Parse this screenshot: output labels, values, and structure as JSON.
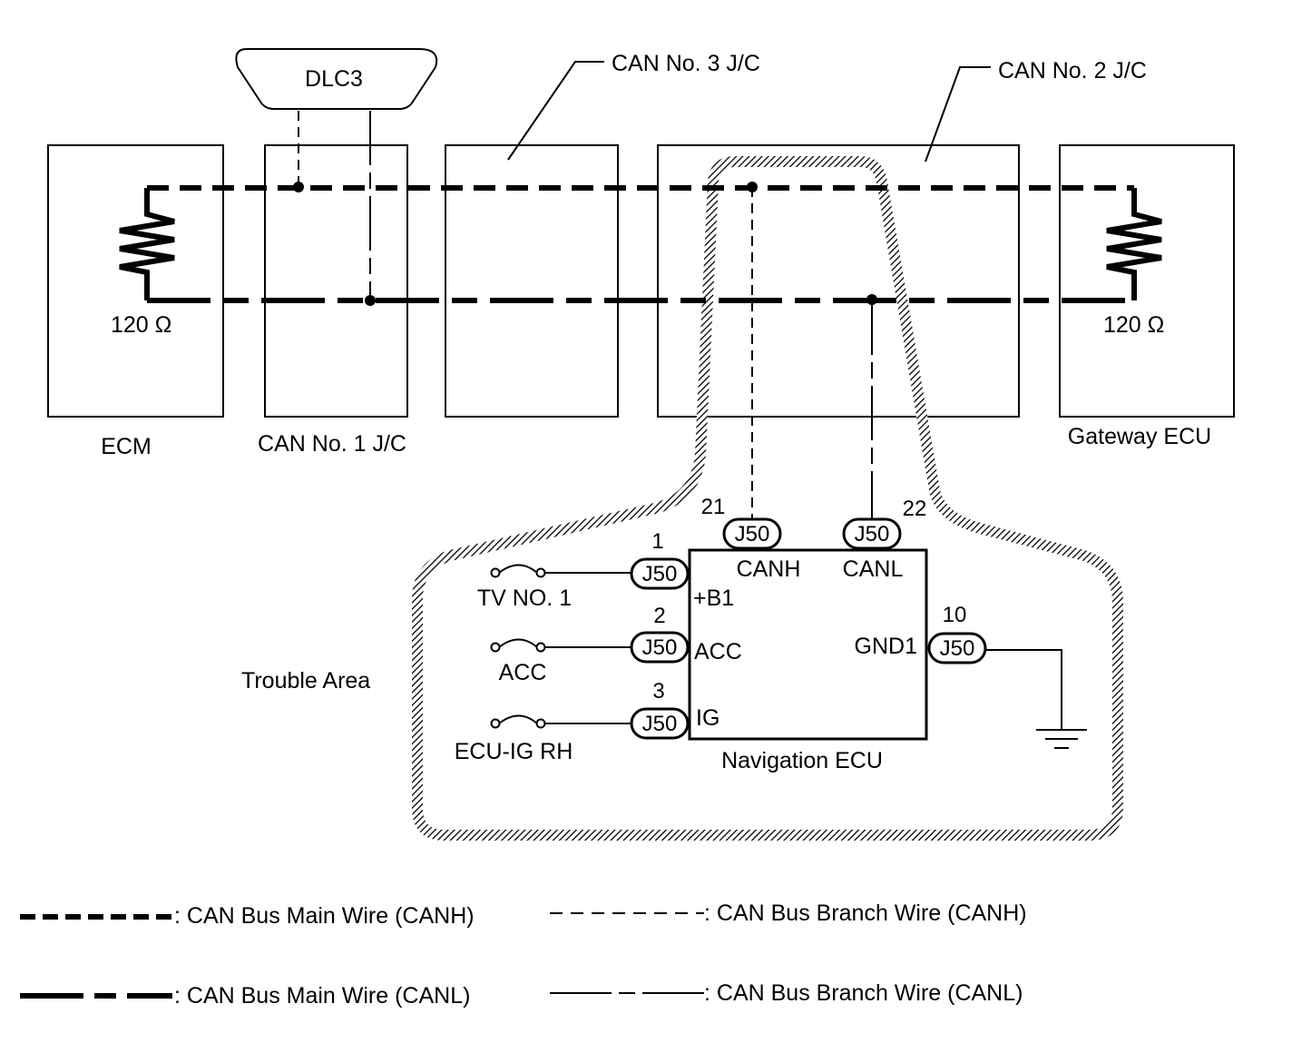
{
  "components": {
    "dlc3": "DLC3",
    "can_no3_jc": "CAN No. 3 J/C",
    "can_no2_jc": "CAN No. 2 J/C",
    "ecm": "ECM",
    "can_no1_jc": "CAN No. 1 J/C",
    "gateway_ecu": "Gateway ECU",
    "navigation_ecu": "Navigation ECU",
    "trouble_area": "Trouble Area"
  },
  "resistors": {
    "left": "120 Ω",
    "right": "120 Ω"
  },
  "connectors": {
    "canh": {
      "id": "J50",
      "pin": "21",
      "terminal": "CANH"
    },
    "canl": {
      "id": "J50",
      "pin": "22",
      "terminal": "CANL"
    },
    "b1": {
      "id": "J50",
      "pin": "1",
      "terminal": "+B1",
      "fuse": "TV NO. 1"
    },
    "acc": {
      "id": "J50",
      "pin": "2",
      "terminal": "ACC",
      "fuse": "ACC"
    },
    "ig": {
      "id": "J50",
      "pin": "3",
      "terminal": "IG",
      "fuse": "ECU-IG RH"
    },
    "gnd": {
      "id": "J50",
      "pin": "10",
      "terminal": "GND1"
    }
  },
  "legend": {
    "main_canh": ": CAN Bus Main Wire (CANH)",
    "branch_canh": ": CAN Bus Branch Wire (CANH)",
    "main_canl": ": CAN Bus Main Wire (CANL)",
    "branch_canl": ": CAN Bus Branch Wire (CANL)"
  }
}
